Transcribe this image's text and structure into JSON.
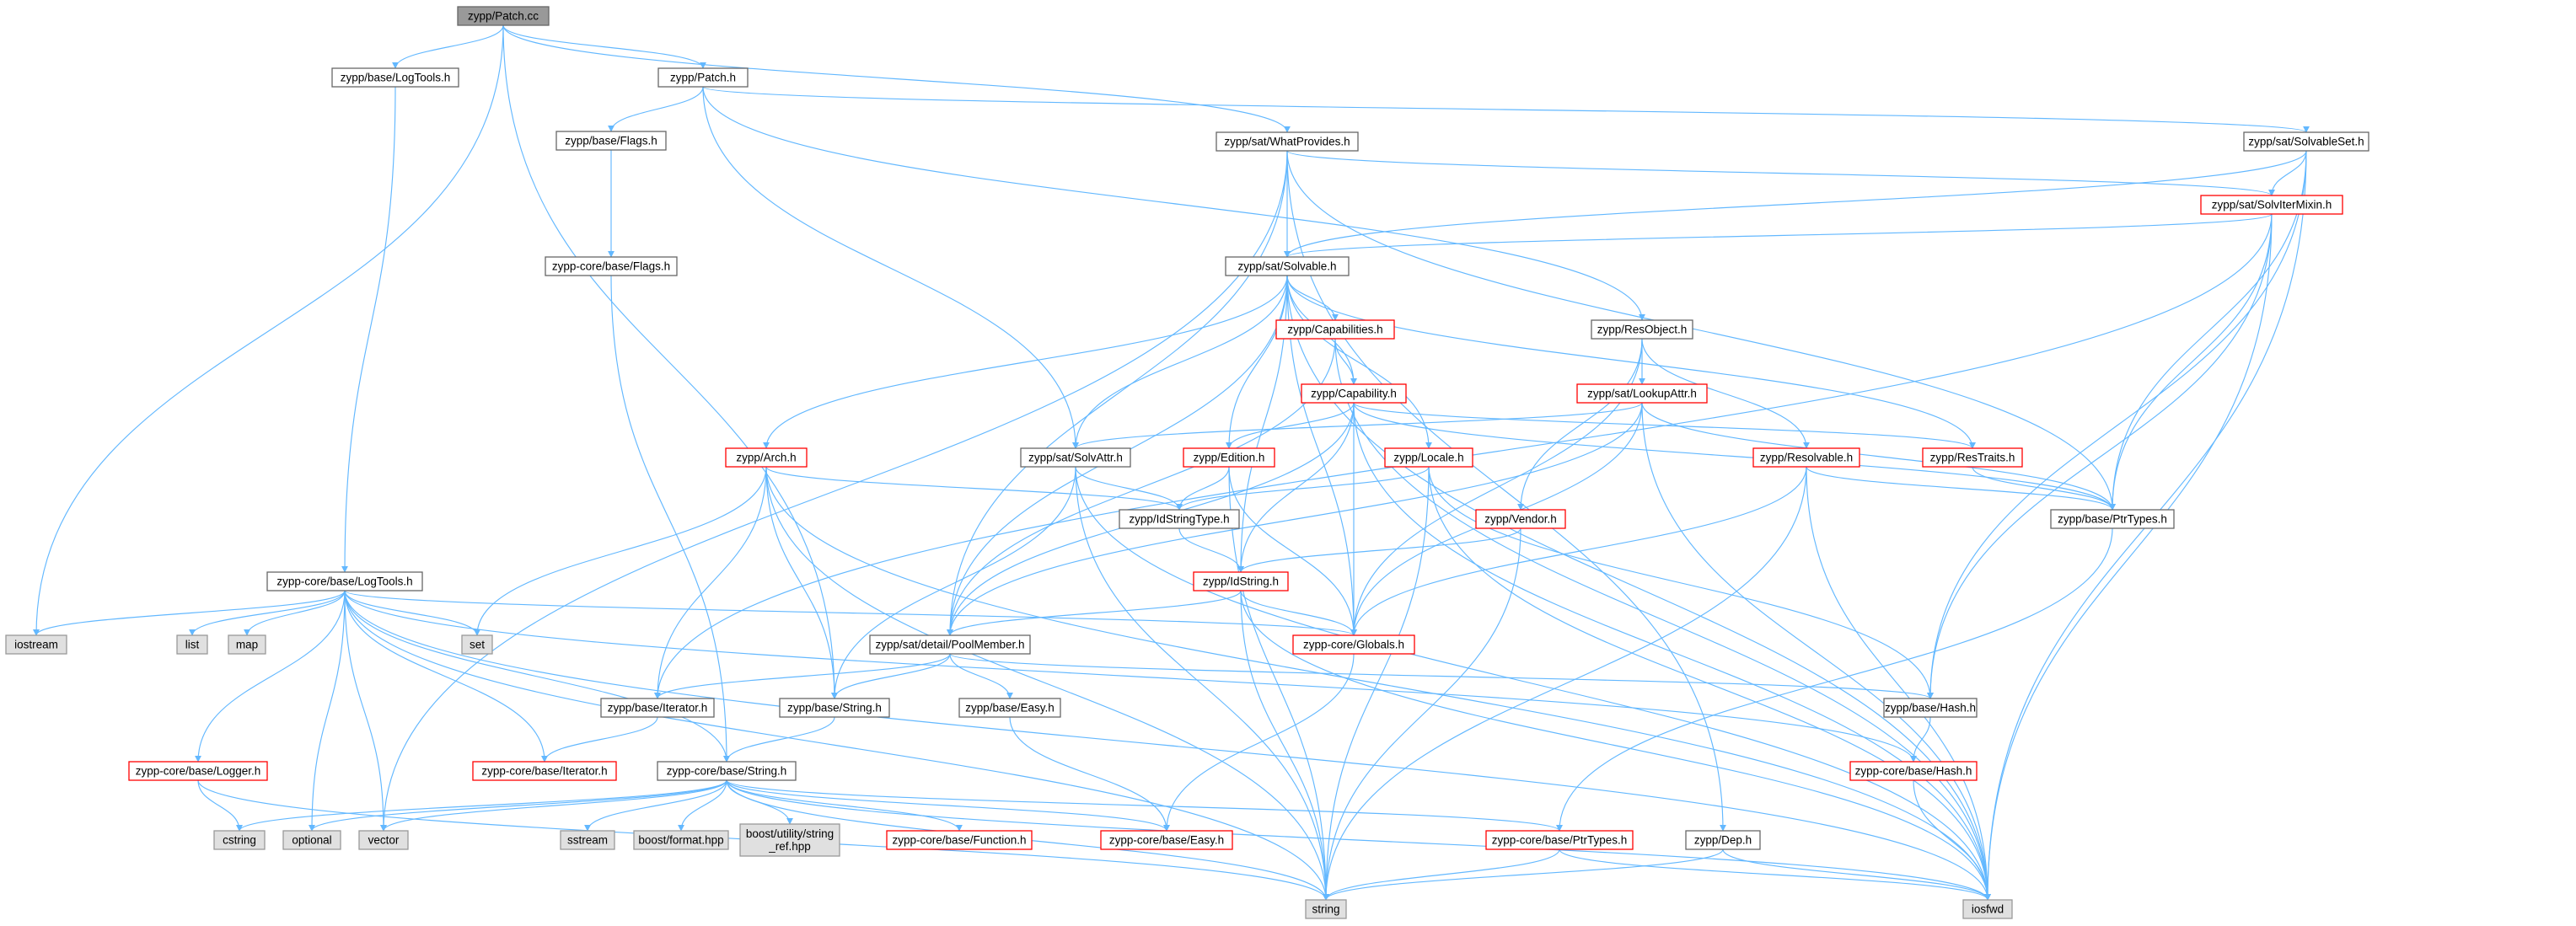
{
  "colors": {
    "edge": "#63b8ff",
    "root_fill": "#999999",
    "root_stroke": "#666666",
    "normal_fill": "#ffffff",
    "normal_stroke": "#666666",
    "external_fill": "#e0e0e0",
    "external_stroke": "#999999",
    "truncated_stroke": "#ff0000",
    "text": "#000000"
  },
  "nodes": [
    {
      "id": "root",
      "label": "zypp/Patch.cc",
      "kind": "root"
    },
    {
      "id": "baseLogTools",
      "label": "zypp/base/LogTools.h",
      "kind": "normal"
    },
    {
      "id": "patchH",
      "label": "zypp/Patch.h",
      "kind": "normal"
    },
    {
      "id": "baseFlags",
      "label": "zypp/base/Flags.h",
      "kind": "normal"
    },
    {
      "id": "coreFlags",
      "label": "zypp-core/base/Flags.h",
      "kind": "normal"
    },
    {
      "id": "whatProvides",
      "label": "zypp/sat/WhatProvides.h",
      "kind": "normal"
    },
    {
      "id": "solvableSet",
      "label": "zypp/sat/SolvableSet.h",
      "kind": "normal"
    },
    {
      "id": "solvIterMixin",
      "label": "zypp/sat/SolvIterMixin.h",
      "kind": "truncated"
    },
    {
      "id": "solvable",
      "label": "zypp/sat/Solvable.h",
      "kind": "normal"
    },
    {
      "id": "capabilities",
      "label": "zypp/Capabilities.h",
      "kind": "truncated"
    },
    {
      "id": "resObject",
      "label": "zypp/ResObject.h",
      "kind": "normal"
    },
    {
      "id": "capability",
      "label": "zypp/Capability.h",
      "kind": "truncated"
    },
    {
      "id": "lookupAttr",
      "label": "zypp/sat/LookupAttr.h",
      "kind": "truncated"
    },
    {
      "id": "arch",
      "label": "zypp/Arch.h",
      "kind": "truncated"
    },
    {
      "id": "solvAttr",
      "label": "zypp/sat/SolvAttr.h",
      "kind": "normal"
    },
    {
      "id": "edition",
      "label": "zypp/Edition.h",
      "kind": "truncated"
    },
    {
      "id": "locale",
      "label": "zypp/Locale.h",
      "kind": "truncated"
    },
    {
      "id": "resolvable",
      "label": "zypp/Resolvable.h",
      "kind": "truncated"
    },
    {
      "id": "resTraits",
      "label": "zypp/ResTraits.h",
      "kind": "truncated"
    },
    {
      "id": "idStringType",
      "label": "zypp/IdStringType.h",
      "kind": "normal"
    },
    {
      "id": "vendor",
      "label": "zypp/Vendor.h",
      "kind": "truncated"
    },
    {
      "id": "ptrTypes",
      "label": "zypp/base/PtrTypes.h",
      "kind": "normal"
    },
    {
      "id": "idString",
      "label": "zypp/IdString.h",
      "kind": "truncated"
    },
    {
      "id": "coreLogTools",
      "label": "zypp-core/base/LogTools.h",
      "kind": "normal"
    },
    {
      "id": "iostream",
      "label": "iostream",
      "kind": "external"
    },
    {
      "id": "list",
      "label": "list",
      "kind": "external"
    },
    {
      "id": "map",
      "label": "map",
      "kind": "external"
    },
    {
      "id": "set",
      "label": "set",
      "kind": "external"
    },
    {
      "id": "poolMember",
      "label": "zypp/sat/detail/PoolMember.h",
      "kind": "normal"
    },
    {
      "id": "globals",
      "label": "zypp-core/Globals.h",
      "kind": "truncated"
    },
    {
      "id": "iteratorH",
      "label": "zypp/base/Iterator.h",
      "kind": "normal"
    },
    {
      "id": "baseString",
      "label": "zypp/base/String.h",
      "kind": "normal"
    },
    {
      "id": "easyH",
      "label": "zypp/base/Easy.h",
      "kind": "normal"
    },
    {
      "id": "hashH",
      "label": "zypp/base/Hash.h",
      "kind": "normal"
    },
    {
      "id": "logger",
      "label": "zypp-core/base/Logger.h",
      "kind": "truncated"
    },
    {
      "id": "coreIterator",
      "label": "zypp-core/base/Iterator.h",
      "kind": "truncated"
    },
    {
      "id": "coreString",
      "label": "zypp-core/base/String.h",
      "kind": "normal"
    },
    {
      "id": "coreHash",
      "label": "zypp-core/base/Hash.h",
      "kind": "truncated"
    },
    {
      "id": "cstring",
      "label": "cstring",
      "kind": "external"
    },
    {
      "id": "optional",
      "label": "optional",
      "kind": "external"
    },
    {
      "id": "vector",
      "label": "vector",
      "kind": "external"
    },
    {
      "id": "sstream",
      "label": "sstream",
      "kind": "external"
    },
    {
      "id": "boostFormat",
      "label": "boost/format.hpp",
      "kind": "external"
    },
    {
      "id": "boostStringRef",
      "label": "boost/utility/string\n_ref.hpp",
      "kind": "external"
    },
    {
      "id": "coreFunction",
      "label": "zypp-core/base/Function.h",
      "kind": "truncated"
    },
    {
      "id": "coreEasy",
      "label": "zypp-core/base/Easy.h",
      "kind": "truncated"
    },
    {
      "id": "corePtrTypes",
      "label": "zypp-core/base/PtrTypes.h",
      "kind": "truncated"
    },
    {
      "id": "depH",
      "label": "zypp/Dep.h",
      "kind": "normal"
    },
    {
      "id": "string",
      "label": "string",
      "kind": "external"
    },
    {
      "id": "iosfwd",
      "label": "iosfwd",
      "kind": "external"
    }
  ],
  "edges": [
    [
      "root",
      "baseLogTools"
    ],
    [
      "root",
      "patchH"
    ],
    [
      "root",
      "whatProvides"
    ],
    [
      "root",
      "iostream"
    ],
    [
      "root",
      "baseString"
    ],
    [
      "baseLogTools",
      "coreLogTools"
    ],
    [
      "patchH",
      "baseFlags"
    ],
    [
      "patchH",
      "solvableSet"
    ],
    [
      "patchH",
      "resObject"
    ],
    [
      "patchH",
      "solvAttr"
    ],
    [
      "baseFlags",
      "coreFlags"
    ],
    [
      "coreFlags",
      "coreString"
    ],
    [
      "whatProvides",
      "solvable"
    ],
    [
      "whatProvides",
      "solvIterMixin"
    ],
    [
      "whatProvides",
      "poolMember"
    ],
    [
      "whatProvides",
      "ptrTypes"
    ],
    [
      "whatProvides",
      "vector"
    ],
    [
      "whatProvides",
      "depH"
    ],
    [
      "solvableSet",
      "solvable"
    ],
    [
      "solvableSet",
      "solvIterMixin"
    ],
    [
      "solvableSet",
      "ptrTypes"
    ],
    [
      "solvableSet",
      "hashH"
    ],
    [
      "solvableSet",
      "iosfwd"
    ],
    [
      "solvIterMixin",
      "solvable"
    ],
    [
      "solvIterMixin",
      "ptrTypes"
    ],
    [
      "solvIterMixin",
      "iteratorH"
    ],
    [
      "solvIterMixin",
      "hashH"
    ],
    [
      "solvIterMixin",
      "iosfwd"
    ],
    [
      "solvable",
      "capabilities"
    ],
    [
      "solvable",
      "capability"
    ],
    [
      "solvable",
      "arch"
    ],
    [
      "solvable",
      "solvAttr"
    ],
    [
      "solvable",
      "edition"
    ],
    [
      "solvable",
      "locale"
    ],
    [
      "solvable",
      "resTraits"
    ],
    [
      "solvable",
      "poolMember"
    ],
    [
      "solvable",
      "idString"
    ],
    [
      "solvable",
      "iosfwd"
    ],
    [
      "solvable",
      "globals"
    ],
    [
      "capabilities",
      "capability"
    ],
    [
      "capabilities",
      "poolMember"
    ],
    [
      "capabilities",
      "iosfwd"
    ],
    [
      "resObject",
      "lookupAttr"
    ],
    [
      "resObject",
      "resolvable"
    ],
    [
      "resObject",
      "vendor"
    ],
    [
      "resObject",
      "globals"
    ],
    [
      "capability",
      "edition"
    ],
    [
      "capability",
      "resTraits"
    ],
    [
      "capability",
      "poolMember"
    ],
    [
      "capability",
      "idString"
    ],
    [
      "capability",
      "globals"
    ],
    [
      "capability",
      "ptrTypes"
    ],
    [
      "capability",
      "iosfwd"
    ],
    [
      "lookupAttr",
      "solvAttr"
    ],
    [
      "lookupAttr",
      "poolMember"
    ],
    [
      "lookupAttr",
      "globals"
    ],
    [
      "lookupAttr",
      "ptrTypes"
    ],
    [
      "lookupAttr",
      "iosfwd"
    ],
    [
      "arch",
      "idStringType"
    ],
    [
      "arch",
      "baseString"
    ],
    [
      "arch",
      "iteratorH"
    ],
    [
      "arch",
      "set"
    ],
    [
      "arch",
      "string"
    ],
    [
      "arch",
      "iosfwd"
    ],
    [
      "solvAttr",
      "idStringType"
    ],
    [
      "solvAttr",
      "baseString"
    ],
    [
      "solvAttr",
      "string"
    ],
    [
      "solvAttr",
      "iosfwd"
    ],
    [
      "edition",
      "idStringType"
    ],
    [
      "edition",
      "string"
    ],
    [
      "edition",
      "globals"
    ],
    [
      "locale",
      "idStringType"
    ],
    [
      "locale",
      "hashH"
    ],
    [
      "locale",
      "string"
    ],
    [
      "locale",
      "iosfwd"
    ],
    [
      "resolvable",
      "ptrTypes"
    ],
    [
      "resolvable",
      "globals"
    ],
    [
      "resolvable",
      "string"
    ],
    [
      "resolvable",
      "iosfwd"
    ],
    [
      "resTraits",
      "ptrTypes"
    ],
    [
      "idStringType",
      "idString"
    ],
    [
      "vendor",
      "idString"
    ],
    [
      "vendor",
      "string"
    ],
    [
      "ptrTypes",
      "corePtrTypes"
    ],
    [
      "idString",
      "poolMember"
    ],
    [
      "idString",
      "globals"
    ],
    [
      "idString",
      "string"
    ],
    [
      "idString",
      "iosfwd"
    ],
    [
      "coreLogTools",
      "iostream"
    ],
    [
      "coreLogTools",
      "list"
    ],
    [
      "coreLogTools",
      "map"
    ],
    [
      "coreLogTools",
      "set"
    ],
    [
      "coreLogTools",
      "logger"
    ],
    [
      "coreLogTools",
      "coreIterator"
    ],
    [
      "coreLogTools",
      "coreString"
    ],
    [
      "coreLogTools",
      "coreHash"
    ],
    [
      "coreLogTools",
      "globals"
    ],
    [
      "coreLogTools",
      "optional"
    ],
    [
      "coreLogTools",
      "vector"
    ],
    [
      "coreLogTools",
      "string"
    ],
    [
      "coreLogTools",
      "iosfwd"
    ],
    [
      "poolMember",
      "iteratorH"
    ],
    [
      "poolMember",
      "baseString"
    ],
    [
      "poolMember",
      "easyH"
    ],
    [
      "poolMember",
      "hashH"
    ],
    [
      "globals",
      "coreEasy"
    ],
    [
      "iteratorH",
      "coreIterator"
    ],
    [
      "baseString",
      "coreString"
    ],
    [
      "easyH",
      "coreEasy"
    ],
    [
      "hashH",
      "coreHash"
    ],
    [
      "logger",
      "cstring"
    ],
    [
      "logger",
      "string"
    ],
    [
      "coreString",
      "cstring"
    ],
    [
      "coreString",
      "optional"
    ],
    [
      "coreString",
      "vector"
    ],
    [
      "coreString",
      "sstream"
    ],
    [
      "coreString",
      "boostFormat"
    ],
    [
      "coreString",
      "boostStringRef"
    ],
    [
      "coreString",
      "coreFunction"
    ],
    [
      "coreString",
      "coreEasy"
    ],
    [
      "coreString",
      "corePtrTypes"
    ],
    [
      "coreString",
      "string"
    ],
    [
      "coreString",
      "iosfwd"
    ],
    [
      "coreHash",
      "iosfwd"
    ],
    [
      "corePtrTypes",
      "string"
    ],
    [
      "corePtrTypes",
      "iosfwd"
    ],
    [
      "depH",
      "string"
    ],
    [
      "depH",
      "iosfwd"
    ]
  ]
}
